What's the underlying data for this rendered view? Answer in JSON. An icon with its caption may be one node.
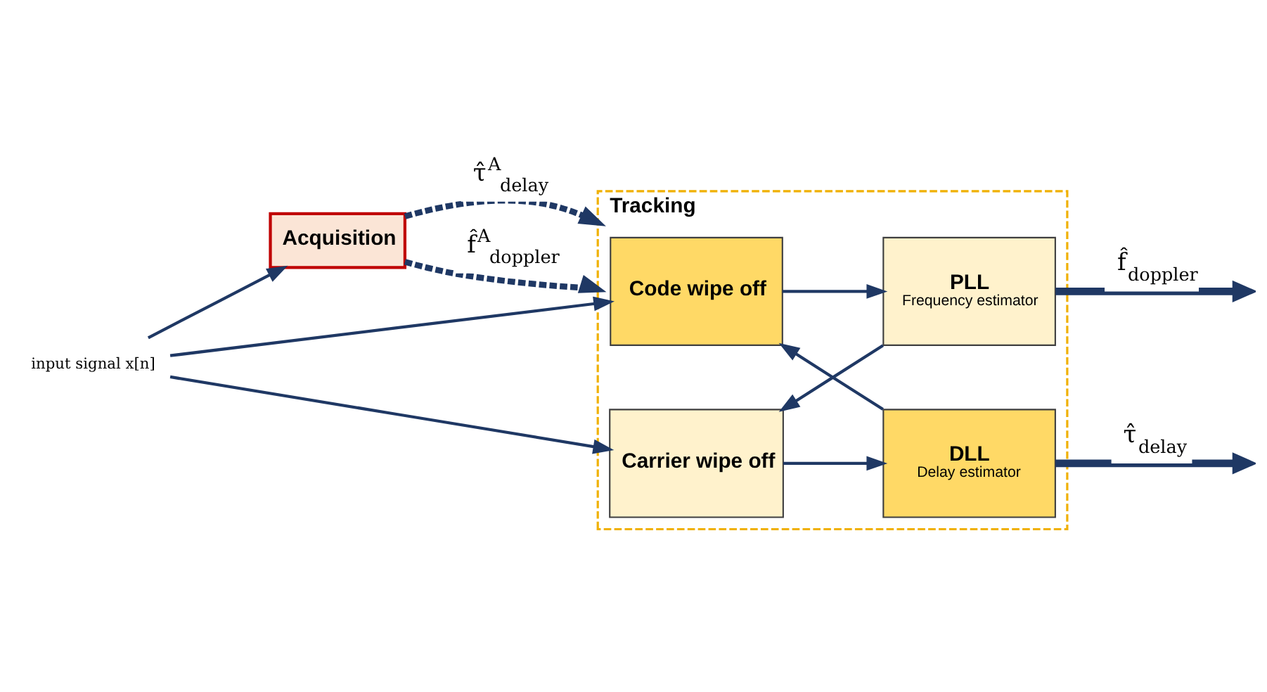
{
  "diagram": {
    "nodes": [
      {
        "text": [
          "input signal x[n]"
        ]
      },
      {
        "text": [
          "Acquisition"
        ]
      },
      {
        "text": [
          "Tracking"
        ]
      },
      {
        "text": [
          "Code wipe off"
        ],
        "in": 2
      },
      {
        "text": [
          "PLL",
          "Frequency estimator"
        ],
        "in": 2
      },
      {
        "text": [
          "Carrier wipe off"
        ],
        "in": 2
      },
      {
        "text": [
          "DLL",
          "Delay estimator"
        ],
        "in": 2
      }
    ],
    "edges": [
      {
        "from": 0,
        "to": 1,
        "arrow": "to"
      },
      {
        "from": 0,
        "to": 3,
        "arrow": "to"
      },
      {
        "from": 0,
        "to": 5,
        "arrow": "to"
      },
      {
        "from": 1,
        "to": 2,
        "arrow": "to",
        "label": "τ̂$^{A}$$_{delay}$",
        "style": "dashed"
      },
      {
        "from": 1,
        "to": 2,
        "arrow": "to",
        "label": "f̂$^{A}$$_{doppler}$",
        "style": "dashed"
      },
      {
        "from": 3,
        "to": 4,
        "arrow": "to"
      },
      {
        "from": 5,
        "to": 6,
        "arrow": "to"
      },
      {
        "from": 4,
        "to": 5,
        "arrow": "to"
      },
      {
        "from": 6,
        "to": 3,
        "arrow": "to"
      },
      {
        "from": 4,
        "to": null,
        "arrow": "to",
        "label": "f̂$_{doppler}$",
        "style": "thick"
      },
      {
        "from": 6,
        "to": null,
        "arrow": "to",
        "label": "τ̂$_{delay}$",
        "style": "thick"
      }
    ]
  }
}
